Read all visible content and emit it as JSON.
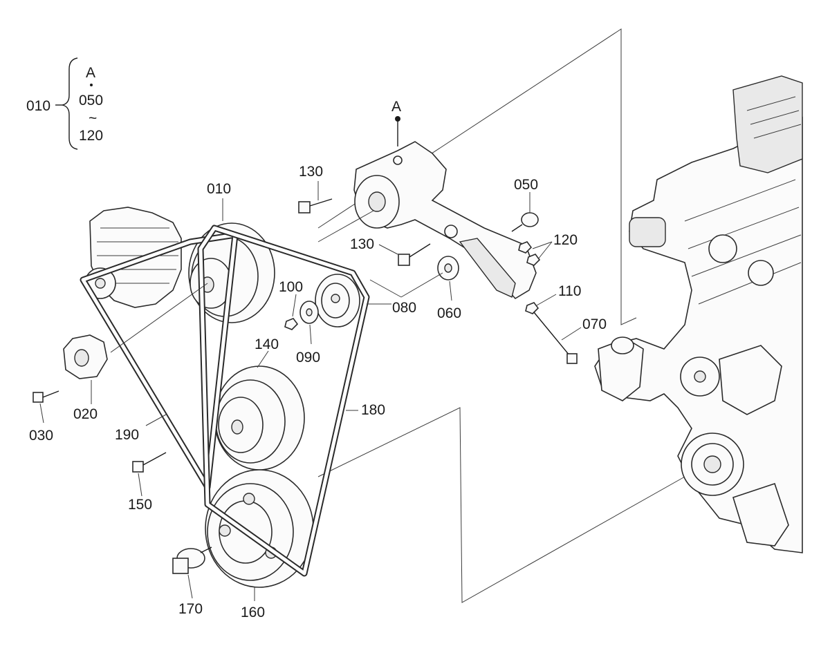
{
  "legend": {
    "group": "010",
    "ref_letter": "A",
    "range_start": "050",
    "range_symbol": "~",
    "range_end": "120"
  },
  "ref_mark": "A",
  "part_labels": {
    "p010": "010",
    "p020": "020",
    "p030": "030",
    "p050": "050",
    "p060": "060",
    "p070": "070",
    "p080": "080",
    "p090": "090",
    "p100": "100",
    "p110": "110",
    "p120": "120",
    "p130a": "130",
    "p130b": "130",
    "p140": "140",
    "p150": "150",
    "p160": "160",
    "p170": "170",
    "p180": "180",
    "p190": "190"
  }
}
